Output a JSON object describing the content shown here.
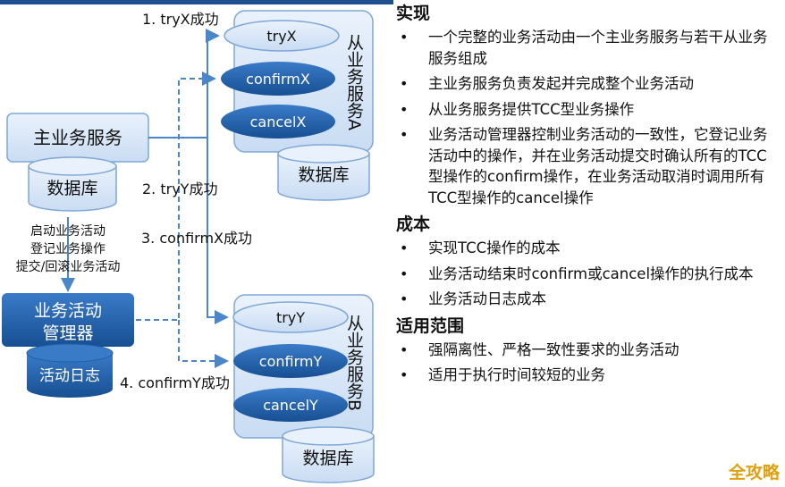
{
  "left": {
    "main_service": "主业务服务",
    "db": "数据库",
    "manager": "业务活动\n管理器",
    "activity_log": "活动日志",
    "manager_actions": [
      "启动业务活动",
      "登记业务操作",
      "提交/回滚业务活动"
    ],
    "service_a": {
      "title": "从业务服务A",
      "ops": [
        "tryX",
        "confirmX",
        "cancelX"
      ],
      "db": "数据库"
    },
    "service_b": {
      "title": "从业务服务B",
      "ops": [
        "tryY",
        "confirmY",
        "cancelY"
      ],
      "db": "数据库"
    },
    "steps": [
      "1. tryX成功",
      "2. tryY成功",
      "3. confirmX成功",
      "4. confirmY成功"
    ]
  },
  "right": {
    "sections": [
      {
        "title": "实现",
        "items": [
          "一个完整的业务活动由一个主业务服务与若干从业务服务组成",
          "主业务服务负责发起并完成整个业务活动",
          "从业务服务提供TCC型业务操作",
          "业务活动管理器控制业务活动的一致性，它登记业务活动中的操作，并在业务活动提交时确认所有的TCC型操作的confirm操作，在业务活动取消时调用所有TCC型操作的cancel操作"
        ]
      },
      {
        "title": "成本",
        "items": [
          "实现TCC操作的成本",
          "业务活动结束时confirm或cancel操作的执行成本",
          "业务活动日志成本"
        ]
      },
      {
        "title": "适用范围",
        "items": [
          "强隔离性、严格一致性要求的业务活动",
          "适用于执行时间较短的业务"
        ]
      }
    ]
  },
  "watermark": "全攻略",
  "colors": {
    "box_light": "#d6e6f8",
    "box_dark": "#1f5fa8",
    "arrow": "#4a86c8",
    "border": "#7fa7d6"
  }
}
